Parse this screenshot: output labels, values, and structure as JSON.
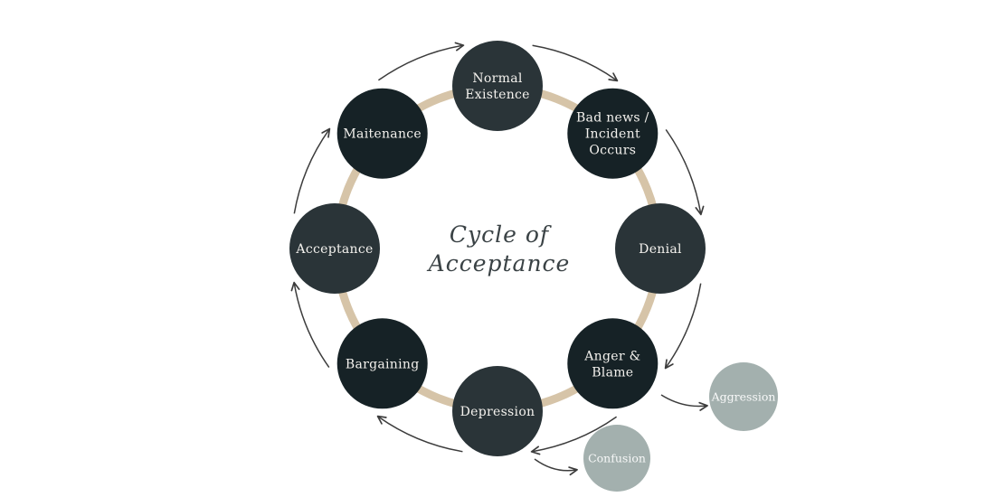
{
  "diagram": {
    "title_lines": [
      "Cycle of",
      "Acceptance"
    ],
    "ring_color": "#d6c4a8",
    "arrow_color": "#3c3c3c",
    "side_color": "#a3b0ae",
    "stages": [
      {
        "id": "normal-existence",
        "lines": [
          "Normal",
          "Existence"
        ],
        "color": "#2a3438"
      },
      {
        "id": "bad-news",
        "lines": [
          "Bad news /",
          "Incident",
          "Occurs"
        ],
        "color": "#162226"
      },
      {
        "id": "denial",
        "lines": [
          "Denial"
        ],
        "color": "#2a3438"
      },
      {
        "id": "anger-blame",
        "lines": [
          "Anger &",
          "Blame"
        ],
        "color": "#162226"
      },
      {
        "id": "depression",
        "lines": [
          "Depression"
        ],
        "color": "#2a3438"
      },
      {
        "id": "bargaining",
        "lines": [
          "Bargaining"
        ],
        "color": "#162226"
      },
      {
        "id": "acceptance",
        "lines": [
          "Acceptance"
        ],
        "color": "#2a3438"
      },
      {
        "id": "maitenance",
        "lines": [
          "Maitenance"
        ],
        "color": "#162226"
      }
    ],
    "side_nodes": [
      {
        "id": "aggression",
        "label": "Aggression",
        "from": "anger-blame"
      },
      {
        "id": "confusion",
        "label": "Confusion",
        "from": "depression"
      }
    ]
  }
}
